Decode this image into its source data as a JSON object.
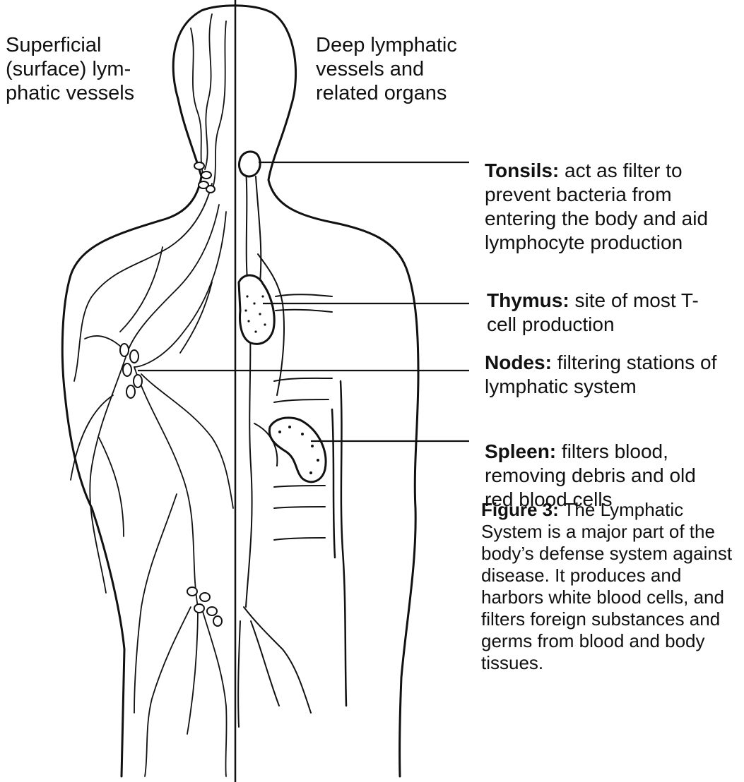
{
  "diagram": {
    "left_heading": "Superficial\n(surface) lym-\nphatic vessels",
    "right_heading": "Deep lymphatic\nvessels and\nrelated organs",
    "callouts": {
      "tonsils": {
        "term": "Tonsils:",
        "text": " act as filter to prevent bacteria from entering the body and aid lymphocyte production"
      },
      "thymus": {
        "term": "Thymus:",
        "text": " site of most T-cell production"
      },
      "nodes": {
        "term": "Nodes:",
        "text": " filtering stations of lymphatic system"
      },
      "spleen": {
        "term": "Spleen:",
        "text": " filters blood, removing debris and old red blood cells"
      }
    },
    "caption": {
      "term": "Figure 3:",
      "text": " The Lymphatic System is a major part of the body’s defense system against disease. It produces and harbors white blood cells, and filters foreign substances and germs from blood and body tissues."
    },
    "colors": {
      "ink": "#111111",
      "background": "#ffffff"
    }
  }
}
